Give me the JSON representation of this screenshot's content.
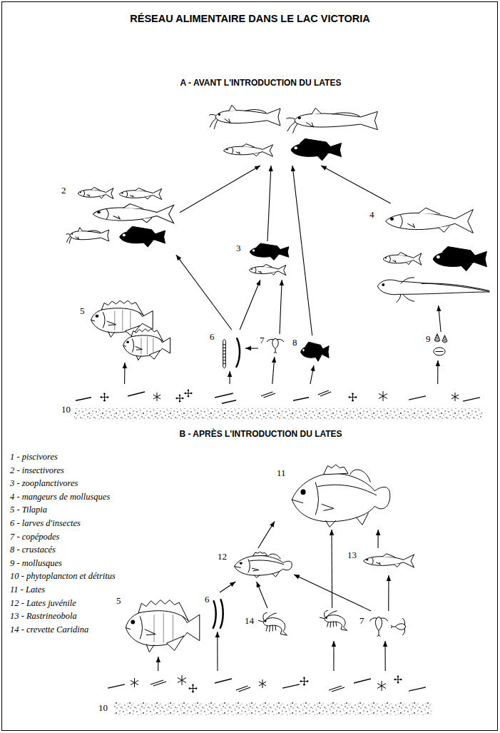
{
  "diagram": {
    "title": "RÉSEAU ALIMENTAIRE DANS LE LAC VICTORIA",
    "nodes": [
      {
        "text": []
      },
      {
        "text": [
          "2"
        ]
      },
      {
        "text": [
          "3"
        ]
      },
      {
        "text": [
          "4"
        ]
      },
      {
        "text": [
          "5"
        ]
      },
      {
        "text": [
          "6"
        ]
      },
      {
        "text": [
          "7"
        ]
      },
      {
        "text": [
          "8"
        ]
      },
      {
        "text": [
          "9"
        ]
      },
      {
        "text": [
          "10"
        ]
      },
      {
        "text": [
          "11"
        ]
      },
      {
        "text": [
          "12"
        ]
      },
      {
        "text": [
          "13"
        ]
      },
      {
        "text": [
          "5"
        ]
      },
      {
        "text": [
          "6"
        ]
      },
      {
        "text": [
          "14"
        ]
      },
      {
        "text": [
          "7"
        ]
      },
      {
        "text": [
          "10"
        ]
      }
    ],
    "edges": [
      {
        "from": 1,
        "to": 0,
        "arrow": "to"
      },
      {
        "from": 2,
        "to": 0,
        "arrow": "to"
      },
      {
        "from": 7,
        "to": 0,
        "arrow": "to"
      },
      {
        "from": 3,
        "to": 0,
        "arrow": "to"
      },
      {
        "from": 5,
        "to": 1,
        "arrow": "to"
      },
      {
        "from": 5,
        "to": 2,
        "arrow": "to"
      },
      {
        "from": 6,
        "to": 2,
        "arrow": "to"
      },
      {
        "from": 6,
        "to": 5,
        "arrow": "to"
      },
      {
        "from": 8,
        "to": 3,
        "arrow": "to"
      },
      {
        "from": 9,
        "to": 4,
        "arrow": "to"
      },
      {
        "from": 9,
        "to": 5,
        "arrow": "to"
      },
      {
        "from": 9,
        "to": 6,
        "arrow": "to"
      },
      {
        "from": 9,
        "to": 7,
        "arrow": "to"
      },
      {
        "from": 9,
        "to": 8,
        "arrow": "to"
      },
      {
        "from": 11,
        "to": 10,
        "arrow": "to"
      },
      {
        "from": 12,
        "to": 10,
        "arrow": "to"
      },
      {
        "from": 15,
        "to": 10,
        "arrow": "to"
      },
      {
        "from": 14,
        "to": 11,
        "arrow": "to"
      },
      {
        "from": 15,
        "to": 11,
        "arrow": "to"
      },
      {
        "from": 16,
        "to": 11,
        "arrow": "to"
      },
      {
        "from": 16,
        "to": 12,
        "arrow": "to"
      },
      {
        "from": 17,
        "to": 13,
        "arrow": "to"
      },
      {
        "from": 17,
        "to": 14,
        "arrow": "to"
      },
      {
        "from": 17,
        "to": 15,
        "arrow": "to"
      },
      {
        "from": 17,
        "to": 16,
        "arrow": "to"
      }
    ],
    "labels": [
      "A - AVANT L'INTRODUCTION DU LATES",
      "B - APRÈS L'INTRODUCTION DU LATES",
      "1 - piscivores",
      "2 - insectivores",
      "3 - zooplanctivores",
      "4 - mangeurs de mollusques",
      "5 - Tilapia",
      "6 - larves d'insectes",
      "7 - copépodes",
      "8 - crustacés",
      "9 - mollusques",
      "10 - phytoplancton et détritus",
      "11 - Lates",
      "12 - Lates juvénile",
      "13 - Rastrineobola",
      "14 - crevette Caridina"
    ]
  }
}
